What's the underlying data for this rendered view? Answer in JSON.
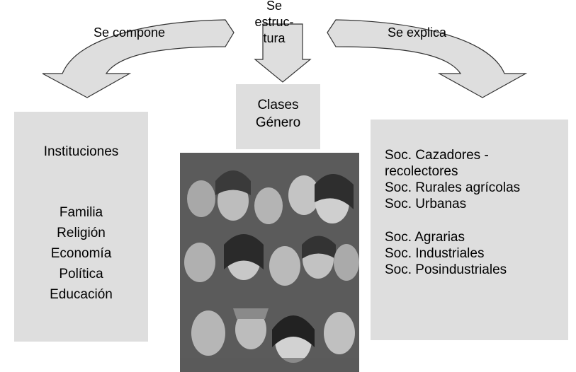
{
  "arrows": {
    "left_label": "Se compone",
    "center_label_lines": [
      "Se",
      "estruc-",
      "tura"
    ],
    "right_label": "Se explica"
  },
  "center_box": {
    "lines": [
      "Clases",
      "Género"
    ]
  },
  "left_box": {
    "title": "Instituciones",
    "items": [
      "Familia",
      "Religión",
      "Economía",
      "Política",
      "Educación"
    ]
  },
  "right_box": {
    "group1": [
      "Soc. Cazadores -",
      "recolectores",
      "Soc. Rurales agrícolas",
      "Soc. Urbanas"
    ],
    "group2": [
      "Soc. Agrarias",
      "Soc. Industriales",
      "Soc. Posindustriales"
    ]
  },
  "colors": {
    "box_fill": "#dedede",
    "arrow_fill": "#dedede",
    "arrow_stroke": "#333333"
  },
  "image": {
    "description_icon": "group-portrait-drawing"
  }
}
